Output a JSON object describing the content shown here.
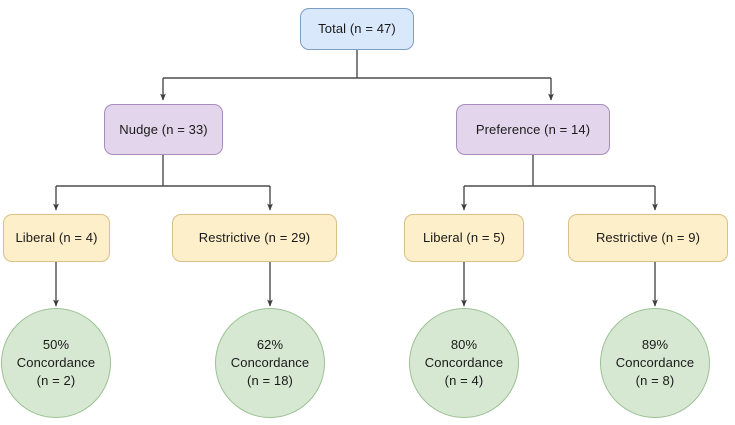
{
  "diagram": {
    "type": "flowchart",
    "orientation": "top-down",
    "background_color": "#ffffff",
    "edge_color": "#4d4d4d",
    "title": "",
    "levels": [
      {
        "level": 1,
        "name": "total",
        "nodes": [
          {
            "id": "total",
            "label": "Total (n = 47)",
            "shape": "rounded-rectangle",
            "fill": "#dae8fc",
            "stroke": "#7e9dc4",
            "n": 47
          }
        ]
      },
      {
        "level": 2,
        "name": "framing",
        "nodes": [
          {
            "id": "nudge",
            "label": "Nudge (n = 33)",
            "shape": "rounded-rectangle",
            "fill": "#e3d6ec",
            "stroke": "#a98cbb",
            "n": 33
          },
          {
            "id": "preference",
            "label": "Preference (n = 14)",
            "shape": "rounded-rectangle",
            "fill": "#e3d6ec",
            "stroke": "#a98cbb",
            "n": 14
          }
        ]
      },
      {
        "level": 3,
        "name": "direction",
        "nodes": [
          {
            "id": "nudge-liberal",
            "label": "Liberal (n = 4)",
            "shape": "rounded-rectangle",
            "fill": "#fdefc9",
            "stroke": "#d9c187",
            "n": 4
          },
          {
            "id": "nudge-restrictive",
            "label": "Restrictive (n = 29)",
            "shape": "rounded-rectangle",
            "fill": "#fdefc9",
            "stroke": "#d9c187",
            "n": 29
          },
          {
            "id": "preference-liberal",
            "label": "Liberal (n = 5)",
            "shape": "rounded-rectangle",
            "fill": "#fdefc9",
            "stroke": "#d9c187",
            "n": 5
          },
          {
            "id": "preference-restrictive",
            "label": "Restrictive (n = 9)",
            "shape": "rounded-rectangle",
            "fill": "#fdefc9",
            "stroke": "#d9c187",
            "n": 9
          }
        ]
      },
      {
        "level": 4,
        "name": "concordance",
        "nodes": [
          {
            "id": "outcome-1",
            "shape": "circle",
            "fill": "#d6e8d2",
            "stroke": "#9cc194",
            "line1": "50%",
            "line2": "Concordance",
            "line3": "(n = 2)",
            "percent": 50,
            "n": 2
          },
          {
            "id": "outcome-2",
            "shape": "circle",
            "fill": "#d6e8d2",
            "stroke": "#9cc194",
            "line1": "62%",
            "line2": "Concordance",
            "line3": "(n = 18)",
            "percent": 62,
            "n": 18
          },
          {
            "id": "outcome-3",
            "shape": "circle",
            "fill": "#d6e8d2",
            "stroke": "#9cc194",
            "line1": "80%",
            "line2": "Concordance",
            "line3": "(n = 4)",
            "percent": 80,
            "n": 4
          },
          {
            "id": "outcome-4",
            "shape": "circle",
            "fill": "#d6e8d2",
            "stroke": "#9cc194",
            "line1": "89%",
            "line2": "Concordance",
            "line3": "(n = 8)",
            "percent": 89,
            "n": 8
          }
        ]
      }
    ],
    "edges": [
      {
        "from": "total",
        "to": "nudge",
        "style": "orthogonal",
        "arrow": true
      },
      {
        "from": "total",
        "to": "preference",
        "style": "orthogonal",
        "arrow": true
      },
      {
        "from": "nudge",
        "to": "nudge-liberal",
        "style": "orthogonal",
        "arrow": true
      },
      {
        "from": "nudge",
        "to": "nudge-restrictive",
        "style": "orthogonal",
        "arrow": true
      },
      {
        "from": "preference",
        "to": "preference-liberal",
        "style": "orthogonal",
        "arrow": true
      },
      {
        "from": "preference",
        "to": "preference-restrictive",
        "style": "orthogonal",
        "arrow": true
      },
      {
        "from": "nudge-liberal",
        "to": "outcome-1",
        "style": "straight",
        "arrow": true
      },
      {
        "from": "nudge-restrictive",
        "to": "outcome-2",
        "style": "straight",
        "arrow": true
      },
      {
        "from": "preference-liberal",
        "to": "outcome-3",
        "style": "straight",
        "arrow": true
      },
      {
        "from": "preference-restrictive",
        "to": "outcome-4",
        "style": "straight",
        "arrow": true
      }
    ]
  }
}
